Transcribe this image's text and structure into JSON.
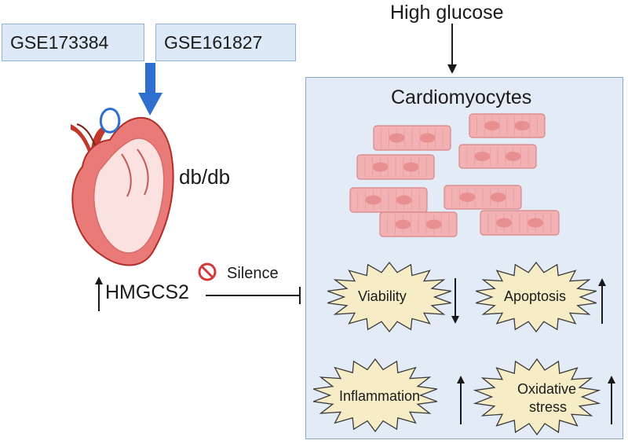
{
  "inputs": {
    "top_stimulus": "High glucose",
    "datasets": [
      "GSE173384",
      "GSE161827"
    ]
  },
  "model": {
    "label": "db/db"
  },
  "gene": {
    "name": "HMGCS2",
    "intervention": "Silence"
  },
  "panel": {
    "title": "Cardiomyocytes",
    "outcomes": [
      {
        "label": "Viability",
        "direction": "down"
      },
      {
        "label": "Apoptosis",
        "direction": "up"
      },
      {
        "label": "Inflammation",
        "direction": "up"
      },
      {
        "label_line1": "Oxidative",
        "label_line2": "stress",
        "direction": "up"
      }
    ]
  },
  "colors": {
    "panel_fill": "#e3ecf6",
    "dataset_fill": "#dde9f6",
    "down_arrow": "#2e6fcf",
    "heart_red": "#c0392b",
    "cell_fill": "#f2b2b3",
    "burst_fill": "#f6edc6",
    "no_sign": "#d23a3a"
  }
}
